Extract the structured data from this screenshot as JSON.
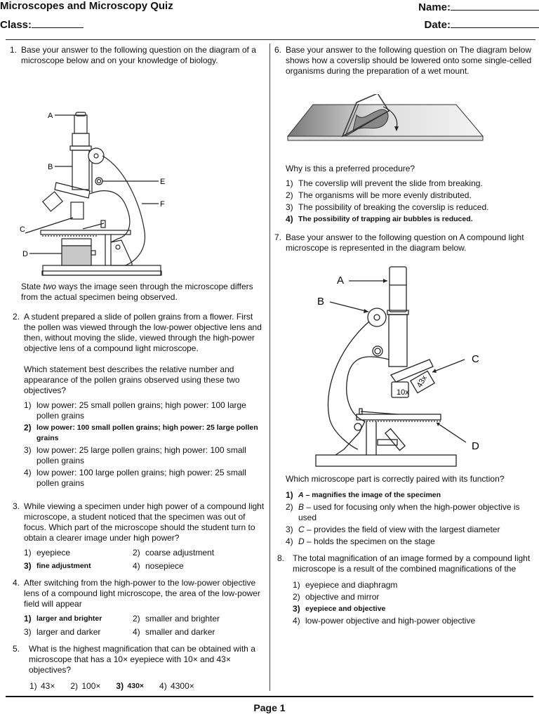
{
  "header": {
    "title": "Microscopes and Microscopy Quiz",
    "class_label": "Class:",
    "name_label": "Name:",
    "date_label": "Date:"
  },
  "questions": [
    {
      "number": "1.",
      "stem": "Base your answer to the following question on the diagram of a microscope below and on your knowledge of biology.",
      "diagram_labels": [
        "A",
        "B",
        "C",
        "D",
        "E",
        "F"
      ],
      "prompt_pre": "State ",
      "prompt_em": "two",
      "prompt_post": " ways the image seen through the microscope differs from the actual specimen being observed."
    },
    {
      "number": "2.",
      "stem": "A student prepared a slide of pollen grains from a flower. First the pollen was viewed through the low-power objective lens and then, without moving the slide, viewed through the high-power objective lens of a compound light microscope.",
      "prompt": "Which statement best describes the relative number and appearance of the pollen grains observed using these two objectives?",
      "options": [
        {
          "n": "1)",
          "text": "low power: 25 small pollen grains; high power: 100 large pollen grains",
          "correct": false
        },
        {
          "n": "2)",
          "text": "low power: 100 small pollen grains; high power: 25 large pollen grains",
          "correct": true
        },
        {
          "n": "3)",
          "text": "low power: 25 large pollen grains; high power: 100 small pollen grains",
          "correct": false
        },
        {
          "n": "4)",
          "text": "low power: 100 large pollen grains; high power: 25 small pollen grains",
          "correct": false
        }
      ]
    },
    {
      "number": "3.",
      "stem": "While viewing a specimen under high power of a compound light microscope, a student noticed that the specimen was out of focus. Which part of the microscope should the student turn to obtain a clearer image under high power?",
      "options": [
        {
          "n": "1)",
          "text": "eyepiece",
          "correct": false
        },
        {
          "n": "2)",
          "text": "coarse adjustment",
          "correct": false
        },
        {
          "n": "3)",
          "text": "fine adjustment",
          "correct": true
        },
        {
          "n": "4)",
          "text": "nosepiece",
          "correct": false
        }
      ]
    },
    {
      "number": "4.",
      "stem": "After switching from the high-power to the low-power objective lens of a compound light microscope, the area of the low-power field will appear",
      "options": [
        {
          "n": "1)",
          "text": "larger and brighter",
          "correct": true
        },
        {
          "n": "2)",
          "text": "smaller and brighter",
          "correct": false
        },
        {
          "n": "3)",
          "text": "larger and darker",
          "correct": false
        },
        {
          "n": "4)",
          "text": "smaller and darker",
          "correct": false
        }
      ]
    },
    {
      "number": "5.",
      "stem": "What is the highest magnification that can be obtained with a microscope that has a 10× eyepiece with 10× and 43× objectives?",
      "options": [
        {
          "n": "1)",
          "text": "43×",
          "correct": false
        },
        {
          "n": "2)",
          "text": "100×",
          "correct": false
        },
        {
          "n": "3)",
          "text": "430×",
          "correct": true
        },
        {
          "n": "4)",
          "text": "4300×",
          "correct": false
        }
      ]
    },
    {
      "number": "6.",
      "stem": "Base your answer to the following question on The diagram below shows how a coverslip should be lowered onto some single-celled organisms during the preparation of a wet mount.",
      "prompt": "Why is this a preferred procedure?",
      "options": [
        {
          "n": "1)",
          "text": "The coverslip will prevent the slide from breaking.",
          "correct": false
        },
        {
          "n": "2)",
          "text": "The organisms will be more evenly distributed.",
          "correct": false
        },
        {
          "n": "3)",
          "text": "The possibility of breaking the coverslip is reduced.",
          "correct": false
        },
        {
          "n": "4)",
          "text": "The possibility of trapping air bubbles is reduced.",
          "correct": true
        }
      ]
    },
    {
      "number": "7.",
      "stem": "Base your answer to the following question on A compound light microscope is represented in the diagram below.",
      "diagram_labels": [
        "A",
        "B",
        "C",
        "D"
      ],
      "objective_labels": [
        "10x",
        "43x"
      ],
      "prompt": "Which microscope part is correctly paired with its function?",
      "options": [
        {
          "n": "1)",
          "part": "A",
          "text": " – magnifies the image of the specimen",
          "correct": true
        },
        {
          "n": "2)",
          "part": "B",
          "text": " – used for focusing only when the high-power objective is used",
          "correct": false
        },
        {
          "n": "3)",
          "part": "C",
          "text": " – provides the field of view with the largest diameter",
          "correct": false
        },
        {
          "n": "4)",
          "part": "D",
          "text": " – holds the specimen on the stage",
          "correct": false
        }
      ]
    },
    {
      "number": "8.",
      "stem": "The total magnification of an image formed by a compound light microscope is a result of the combined magnifications of the",
      "options": [
        {
          "n": "1)",
          "text": "eyepiece and diaphragm",
          "correct": false
        },
        {
          "n": "2)",
          "text": "objective and mirror",
          "correct": false
        },
        {
          "n": "3)",
          "text": "eyepiece and objective",
          "correct": true
        },
        {
          "n": "4)",
          "text": "low-power objective and high-power objective",
          "correct": false
        }
      ]
    }
  ],
  "footer": {
    "page": "Page 1"
  }
}
